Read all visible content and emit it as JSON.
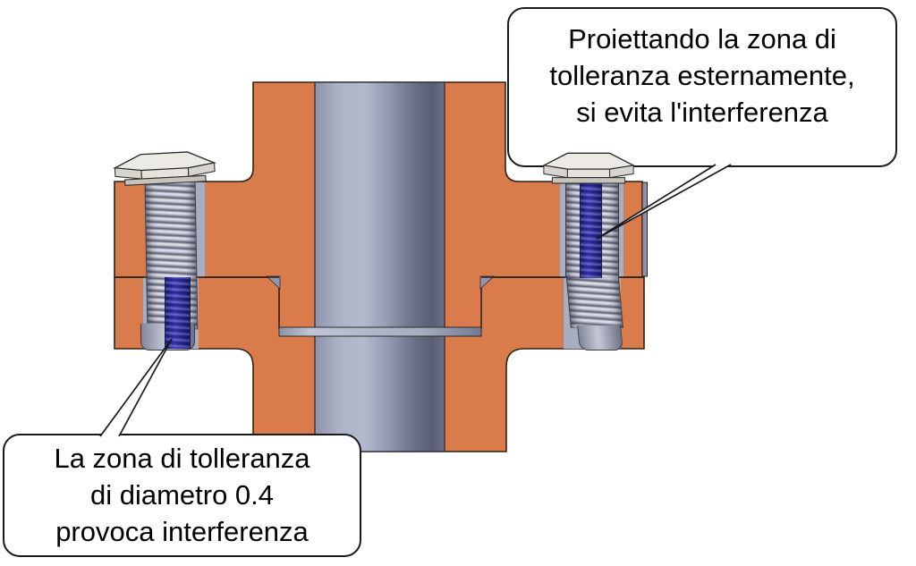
{
  "callouts": {
    "right": {
      "lines": [
        "Proiettando la zona di",
        "tolleranza esternamente,",
        "si evita l'interferenza"
      ]
    },
    "left": {
      "lines": [
        "La zona di tolleranza",
        "di diametro 0.4",
        "provoca interferenza"
      ]
    }
  },
  "drawing": {
    "description_components": [
      "upper-flange-section",
      "lower-flange-section",
      "pipe",
      "left-bolt",
      "right-bolt",
      "tolerance-zone-left",
      "tolerance-zone-right",
      "gasket-gap"
    ],
    "colors": {
      "flange_orange": "#D97B4B",
      "pipe_gray": "#9BA0B8",
      "tolerance_blue": "#2222AE",
      "bolt_head_gray": "#E8E6E0",
      "outline_black": "#1A1A1A",
      "background_white": "#FFFFFF"
    },
    "tolerance_diameter_value": "0.4"
  }
}
